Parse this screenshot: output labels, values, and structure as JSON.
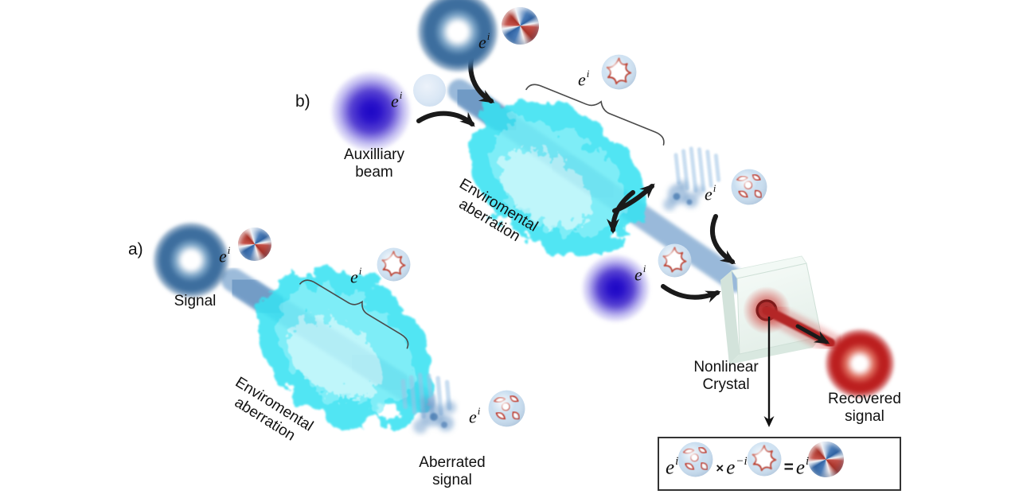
{
  "figure": {
    "panels": {
      "a": "a)",
      "b": "b)"
    },
    "labels": {
      "signal": "Signal",
      "auxiliary_beam": [
        "Auxilliary",
        "beam"
      ],
      "environmental_aberration": [
        "Enviromental",
        "aberration"
      ],
      "aberrated_signal": [
        "Aberrated",
        "signal"
      ],
      "nonlinear_crystal": [
        "Nonlinear",
        "Crystal"
      ],
      "recovered_signal": [
        "Recovered",
        "signal"
      ]
    },
    "math": {
      "base": "e",
      "exp_i": "i",
      "exp_neg_i": "−i",
      "times": "×",
      "equals": "="
    },
    "icons": {
      "oam_phase_icon": "pinwheel disc, alternating red/blue azimuthal phase",
      "aberration_phase_icon": "light-blue disc with white/red star aberration phase",
      "combined_phase_icon": "light-blue disc with red speckled aberrated phase",
      "flat_phase_icon": "uniform pale-blue disc (flat phase)"
    },
    "colors": {
      "signal_blue": "#3d6e9e",
      "beam_blue": "#8fb2d6",
      "aberration_cyan": "#35e2f2",
      "auxiliary_purple": "#2310ca",
      "recovered_red": "#bc1f1f",
      "crystal_tint": "#e9f3ee",
      "arrow_black": "#1a1a1a"
    }
  }
}
